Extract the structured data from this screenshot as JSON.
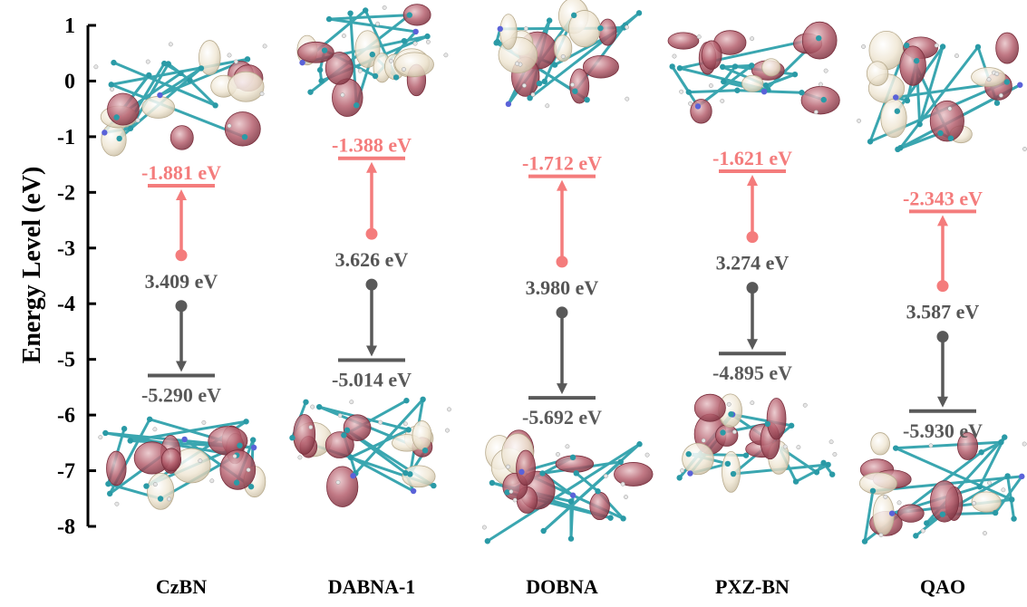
{
  "chart_data": {
    "type": "energy-level-diagram",
    "ylabel": "Energy Level (eV)",
    "ylim": [
      -8,
      1
    ],
    "yticks": [
      1,
      0,
      -1,
      -2,
      -3,
      -4,
      -5,
      -6,
      -7,
      -8
    ],
    "colors": {
      "lumo": "#f47c7c",
      "homo": "#595959",
      "gap_text": "#555555",
      "axis": "#000000"
    },
    "molecules": [
      {
        "name": "CzBN",
        "lumo": -1.881,
        "homo": -5.29,
        "lumo_label": "-1.881 eV",
        "homo_label": "-5.290 eV",
        "gap_label": "3.409 eV"
      },
      {
        "name": "DABNA-1",
        "lumo": -1.388,
        "homo": -5.014,
        "lumo_label": "-1.388 eV",
        "homo_label": "-5.014 eV",
        "gap_label": "3.626 eV"
      },
      {
        "name": "DOBNA",
        "lumo": -1.712,
        "homo": -5.692,
        "lumo_label": "-1.712 eV",
        "homo_label": "-5.692 eV",
        "gap_label": "3.980 eV"
      },
      {
        "name": "PXZ-BN",
        "lumo": -1.621,
        "homo": -4.895,
        "lumo_label": "-1.621 eV",
        "homo_label": "-4.895 eV",
        "gap_label": "3.274 eV"
      },
      {
        "name": "QAO",
        "lumo": -2.343,
        "homo": -5.93,
        "lumo_label": "-2.343 eV",
        "homo_label": "-5.930 eV",
        "gap_label": "3.587 eV"
      }
    ]
  }
}
